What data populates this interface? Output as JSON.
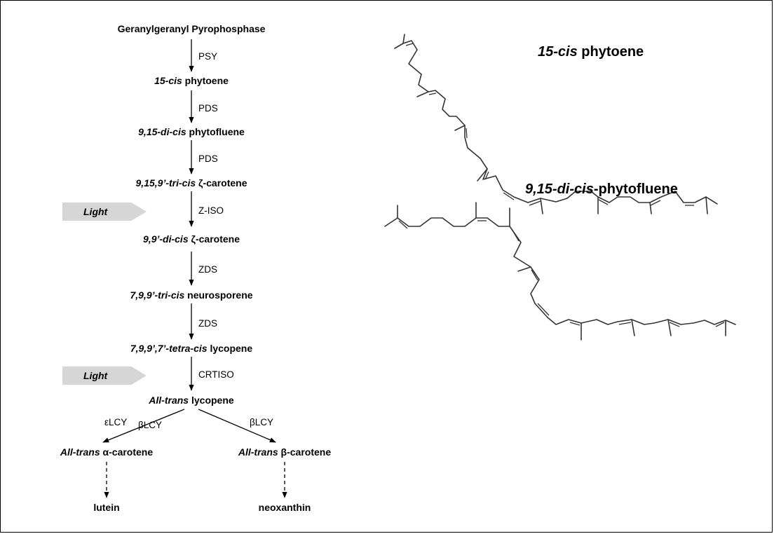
{
  "pathway": {
    "ggpp": "Geranylgeranyl Pyrophosphase",
    "phytoene": {
      "italic": "15-cis",
      "plain": " phytoene"
    },
    "phytofluene": {
      "italic": "9,15-di-cis",
      "plain": " phytofluene"
    },
    "zeta_tri": {
      "italic": "9,15,9’-tri-cis",
      "plain": " ζ-carotene"
    },
    "zeta_di": {
      "italic": "9,9’-di-cis",
      "plain": " ζ-carotene"
    },
    "neurosporene": {
      "italic": "7,9,9’-tri-cis",
      "plain": " neurosporene"
    },
    "prolycopene": {
      "italic": "7,9,9’,7’-tetra-cis",
      "plain": " lycopene"
    },
    "lycopene": {
      "italic": "All-trans",
      "plain": " lycopene"
    },
    "alpha": {
      "italic": "All-trans",
      "plain": " α-carotene"
    },
    "beta": {
      "italic": "All-trans",
      "plain": " β-carotene"
    },
    "lutein": "lutein",
    "neoxanthin": "neoxanthin"
  },
  "enzymes": {
    "psy": "PSY",
    "pds1": "PDS",
    "pds2": "PDS",
    "ziso": "Z-ISO",
    "zds1": "ZDS",
    "zds2": "ZDS",
    "crtiso": "CRTISO",
    "elcy": "εLCY",
    "blcy_left": "βLCY",
    "blcy_right": "βLCY"
  },
  "light_labels": [
    "Light",
    "Light"
  ],
  "structures": {
    "phytoene_title": {
      "italic": "15-cis",
      "plain": " phytoene"
    },
    "phytofluene_title": {
      "italic": "9,15-di-cis",
      "plain": "-phytofluene"
    }
  }
}
